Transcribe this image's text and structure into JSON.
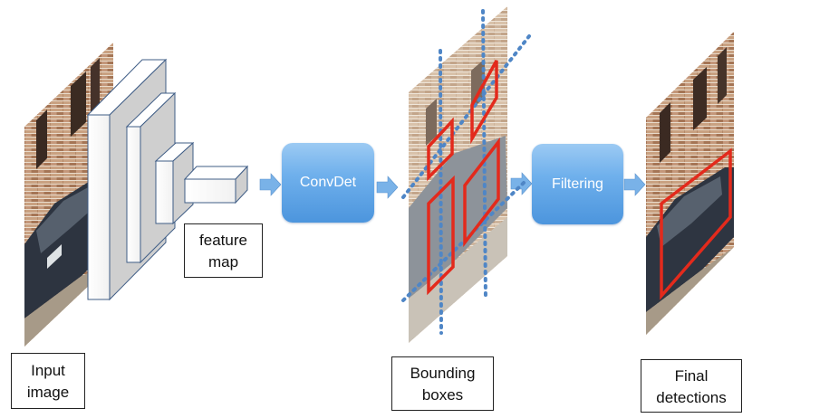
{
  "labels": {
    "input": [
      "Input",
      "image"
    ],
    "feature_map": [
      "feature",
      "map"
    ],
    "bounding_boxes": [
      "Bounding",
      "boxes"
    ],
    "final_detections": [
      "Final",
      "detections"
    ]
  },
  "stages": {
    "convdet": "ConvDet",
    "filtering": "Filtering"
  },
  "colors": {
    "stage_fill": "#5a9fe2",
    "arrow": "#79b2e8",
    "box_red": "#e32a1c",
    "dotted_line": "#4f86c6"
  }
}
